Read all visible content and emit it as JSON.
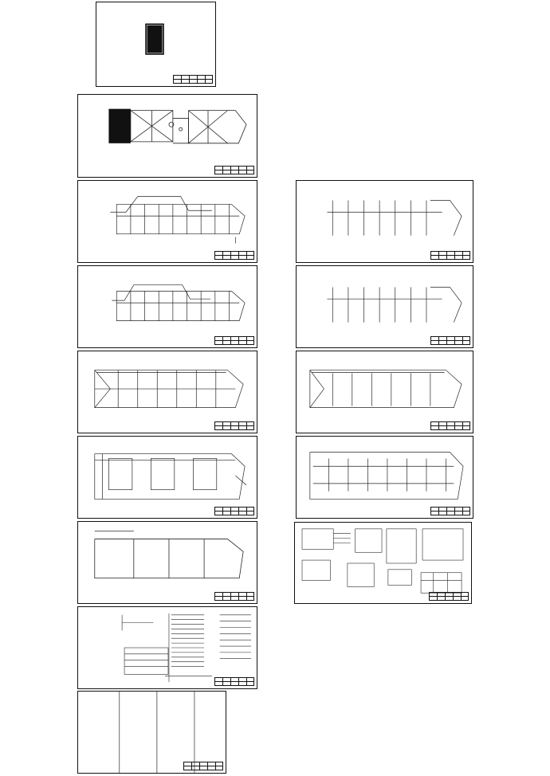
{
  "document": {
    "title": "",
    "sheets": [
      {
        "id": "cover",
        "content": "cover-sheet"
      },
      {
        "id": "plan-overview",
        "content": "hatched-floor-plan"
      },
      {
        "id": "plan-1",
        "content": "electrical-floor-plan"
      },
      {
        "id": "plan-2",
        "content": "electrical-floor-plan"
      },
      {
        "id": "plan-3",
        "content": "electrical-floor-plan"
      },
      {
        "id": "plan-4",
        "content": "grounding-plan"
      },
      {
        "id": "plan-5",
        "content": "roof-plan"
      },
      {
        "id": "schematic-1",
        "content": "distribution-schematic"
      },
      {
        "id": "blank-grid",
        "content": "blank-table-sheet"
      },
      {
        "id": "plan-r1",
        "content": "riser-layout"
      },
      {
        "id": "plan-r2",
        "content": "riser-layout"
      },
      {
        "id": "plan-r3",
        "content": "riser-layout"
      },
      {
        "id": "plan-r4",
        "content": "conduit-run-layout"
      },
      {
        "id": "schematic-2",
        "content": "system-diagrams"
      }
    ]
  }
}
